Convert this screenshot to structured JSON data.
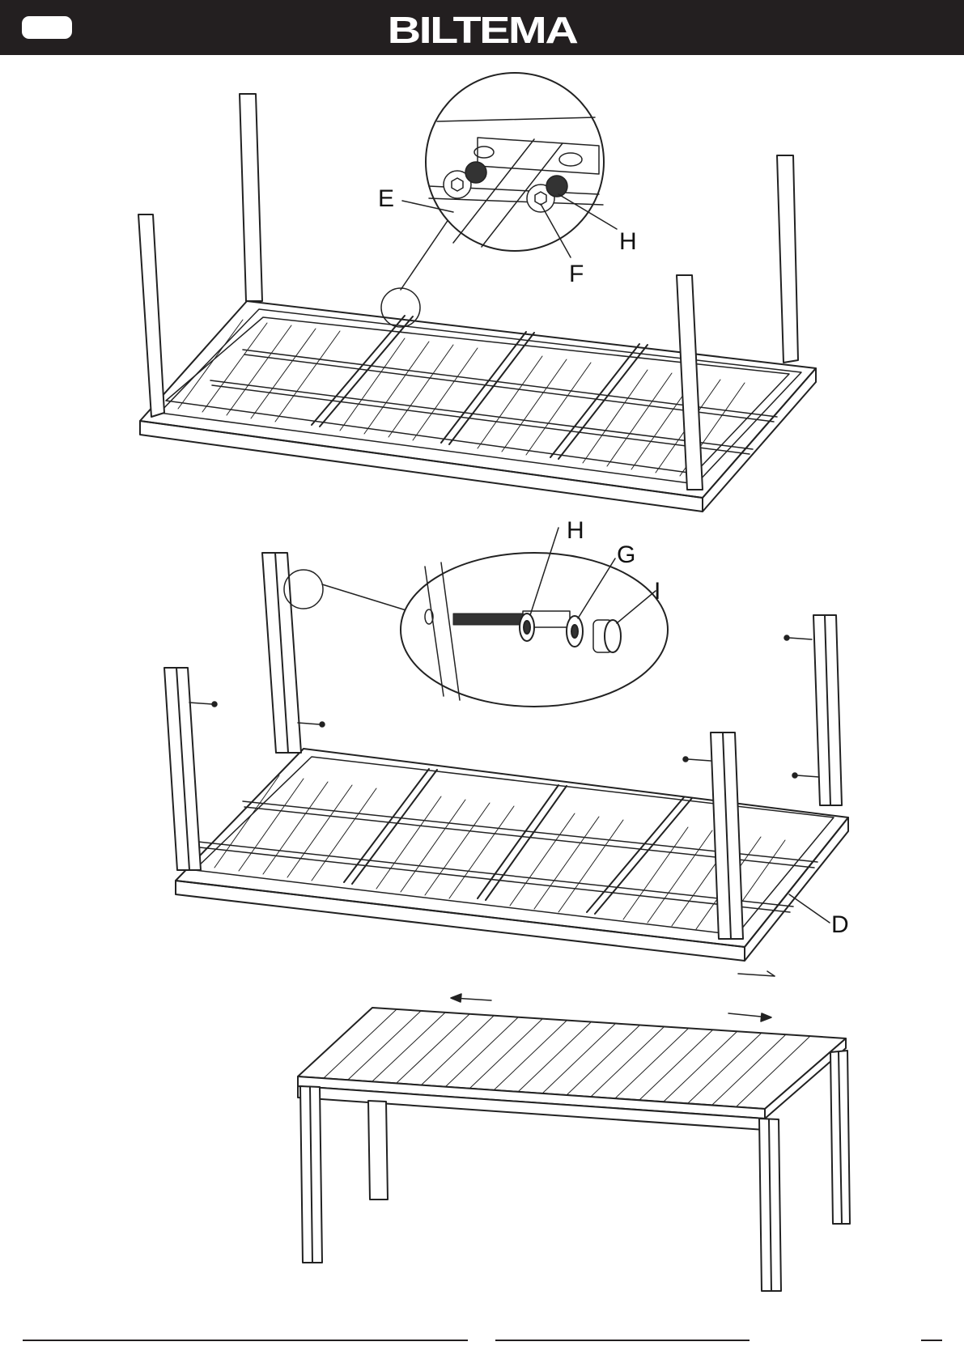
{
  "header": {
    "brand": "BILTEMA",
    "page_number": ""
  },
  "figure1": {
    "callouts": {
      "E": "E",
      "F": "F",
      "H": "H"
    }
  },
  "figure2": {
    "callouts": {
      "H": "H",
      "G": "G",
      "I": "I",
      "D": "D"
    }
  },
  "colors": {
    "header_bg": "#231f20",
    "line": "#222222",
    "background": "#ffffff"
  },
  "icons": [
    "arrow-left-icon",
    "arrow-right-icon"
  ]
}
